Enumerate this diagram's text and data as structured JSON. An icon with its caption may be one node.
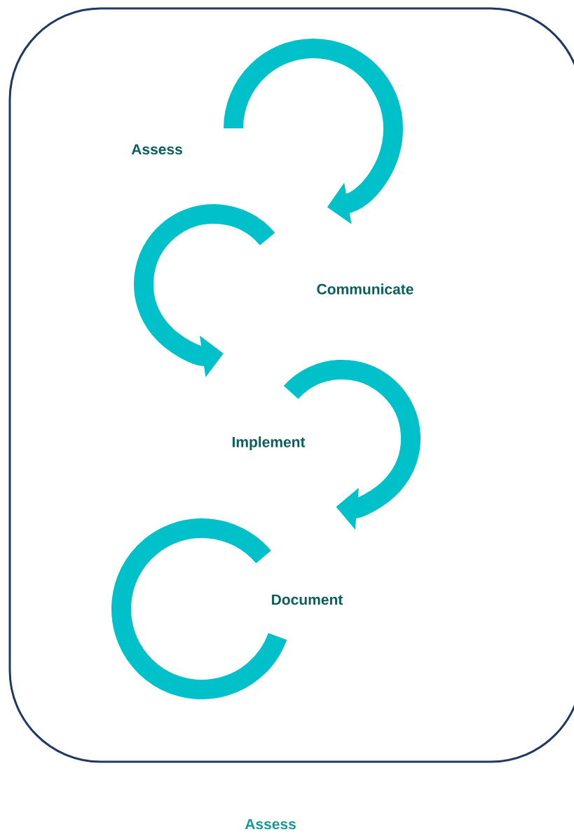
{
  "diagram": {
    "nodes": [
      {
        "text": [],
        "shape": "box"
      },
      {
        "text": [
          "Assess"
        ],
        "in": 0
      },
      {
        "text": [
          "Communicate"
        ],
        "in": 0
      },
      {
        "text": [
          "Implement"
        ],
        "in": 0
      },
      {
        "text": [
          "Document"
        ],
        "in": 0
      }
    ],
    "labels": [
      "Assess"
    ]
  }
}
